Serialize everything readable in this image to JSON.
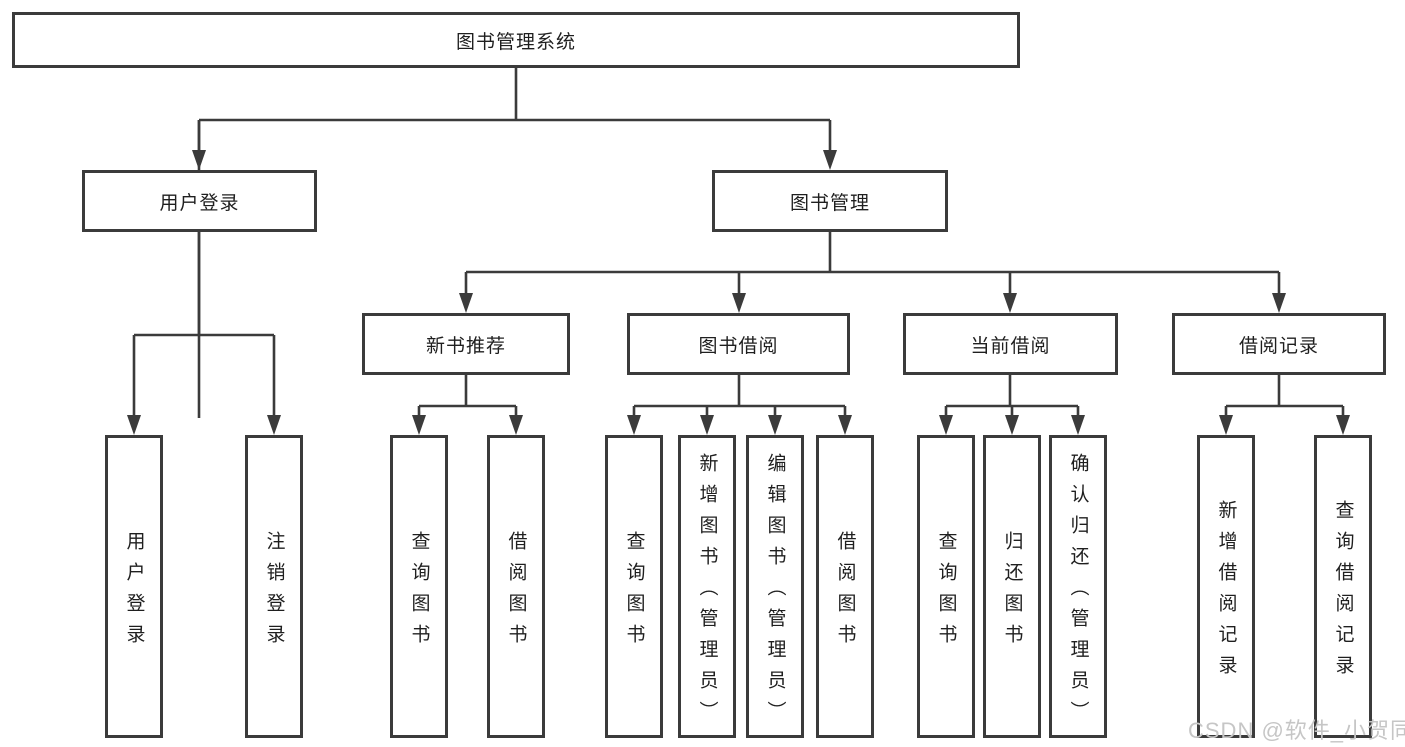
{
  "colors": {
    "line": "#3b3b3b",
    "text": "#1f1f1f",
    "watermark": "#c6c6c6",
    "background": "#ffffff"
  },
  "diagram": {
    "root": "图书管理系统",
    "branches": {
      "user_login": "用户登录",
      "book_management": "图书管理"
    },
    "modules": {
      "new_book_recommend": "新书推荐",
      "book_borrowing": "图书借阅",
      "current_borrowing": "当前借阅",
      "borrowing_records": "借阅记录"
    },
    "leaves": {
      "user_login": "用户登录",
      "logout": "注销登录",
      "recommend_query_books": "查询图书",
      "recommend_borrow_books": "借阅图书",
      "borrowing_query_books": "查询图书",
      "borrowing_add_books_admin": "新增图书（管理员）",
      "borrowing_edit_books_admin": "编辑图书（管理员）",
      "borrowing_borrow_books": "借阅图书",
      "current_query_books": "查询图书",
      "current_return_books": "归还图书",
      "current_confirm_return_admin": "确认归还（管理员）",
      "records_add_borrow_record": "新增借阅记录",
      "records_query_borrow_record": "查询借阅记录"
    }
  },
  "watermark": "CSDN @软件_小贺同学"
}
